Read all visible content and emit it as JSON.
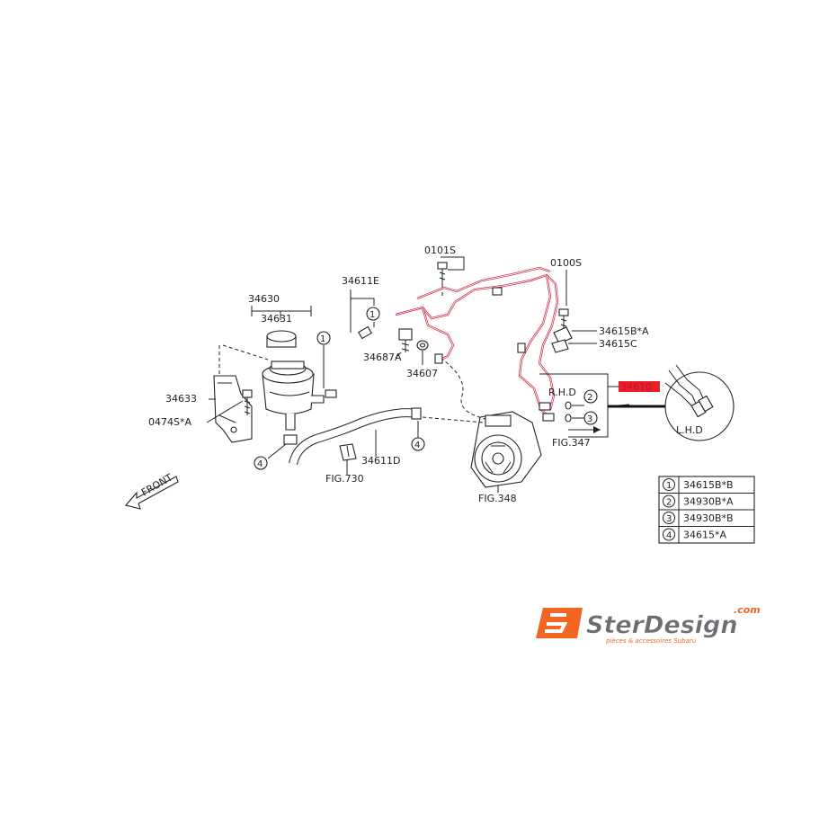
{
  "labels": {
    "p0101S": "0101S",
    "p0100S": "0100S",
    "p34630": "34630",
    "p34631": "34631",
    "p34611E": "34611E",
    "p34687A": "34687A",
    "p34607": "34607",
    "p34615BA": "34615B*A",
    "p34615C": "34615C",
    "p34610": "34610",
    "rhd": "R.H.D",
    "lhd": "L.H.D",
    "fig347": "FIG.347",
    "p34633": "34633",
    "p0474SA": "0474S*A",
    "p34611D": "34611D",
    "fig730": "FIG.730",
    "fig348": "FIG.348",
    "front": "FRONT"
  },
  "legend": [
    {
      "num": "1",
      "part": "34615B*B"
    },
    {
      "num": "2",
      "part": "34930B*A"
    },
    {
      "num": "3",
      "part": "34930B*B"
    },
    {
      "num": "4",
      "part": "34615*A"
    }
  ],
  "callouts": {
    "c1": "1",
    "c2": "2",
    "c3": "3",
    "c4": "4"
  },
  "logo": {
    "brand": "SterDesign",
    "tld": ".com",
    "tagline": "pièces & accessoires Subaru"
  },
  "colors": {
    "highlight": "#c8102e",
    "logo_orange": "#f26522",
    "logo_grey": "#6d6e71"
  }
}
